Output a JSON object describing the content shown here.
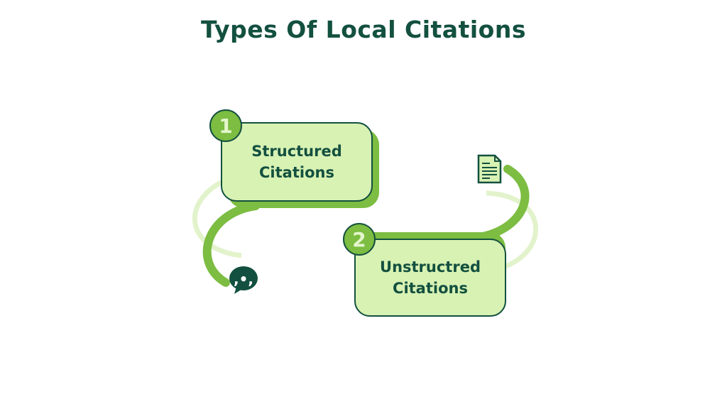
{
  "title": "Types Of Local Citations",
  "items": [
    {
      "number": "1",
      "line1": "Structured",
      "line2": "Citations",
      "icon": "speech-bubble-quote-icon"
    },
    {
      "number": "2",
      "line1": "Unstructred",
      "line2": "Citations",
      "icon": "document-icon"
    }
  ],
  "colors": {
    "dark": "#13503f",
    "fill": "#d8f2b4",
    "accent": "#7cbd42",
    "light": "#e2f3cc"
  }
}
